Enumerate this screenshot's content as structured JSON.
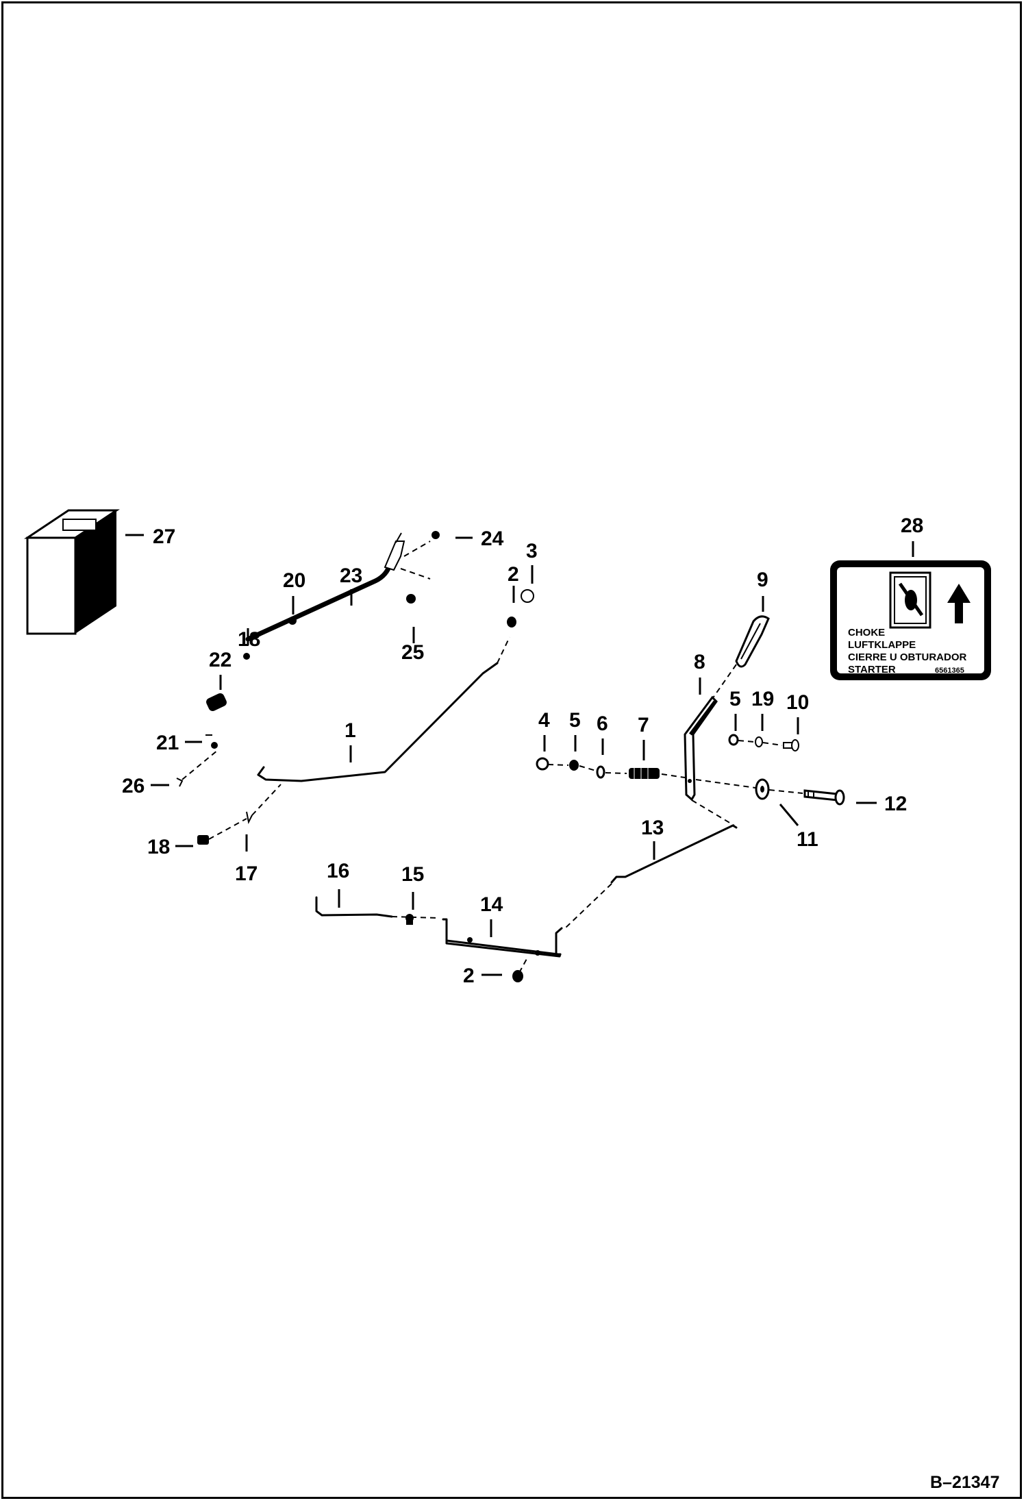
{
  "reference": "B–21347",
  "callouts": {
    "c1": "1",
    "c2a": "2",
    "c2b": "2",
    "c3": "3",
    "c4": "4",
    "c5a": "5",
    "c5b": "5",
    "c6": "6",
    "c7": "7",
    "c8": "8",
    "c9": "9",
    "c10": "10",
    "c11": "11",
    "c12": "12",
    "c13": "13",
    "c14": "14",
    "c15": "15",
    "c16": "16",
    "c17": "17",
    "c18a": "18",
    "c18b": "18",
    "c19": "19",
    "c20": "20",
    "c21": "21",
    "c22": "22",
    "c23": "23",
    "c24": "24",
    "c25": "25",
    "c26": "26",
    "c27": "27",
    "c28": "28"
  },
  "decal": {
    "lines": [
      "CHOKE",
      "LUFTKLAPPE",
      "CIERRE U OBTURADOR",
      "STARTER"
    ],
    "part_number": "6561365"
  }
}
